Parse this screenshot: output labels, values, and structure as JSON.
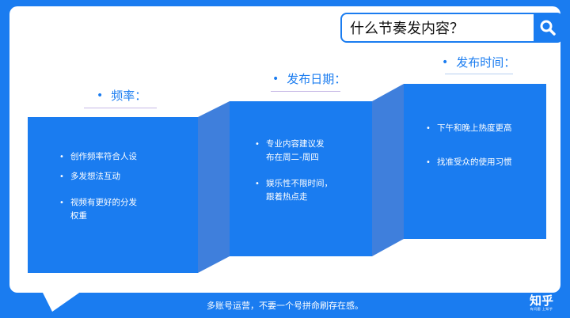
{
  "search": {
    "query": "什么节奏发内容？"
  },
  "sections": {
    "frequency": {
      "title": "频率：",
      "items": [
        "创作频率符合人设",
        "多发想法互动",
        "视频有更好的分发",
        "权重"
      ]
    },
    "date": {
      "title": "发布日期：",
      "items": [
        "专业内容建议发",
        "布在周二-周四",
        "娱乐性不限时间，",
        "跟着热点走"
      ]
    },
    "time": {
      "title": "发布时间：",
      "items": [
        "下午和晚上热度更高",
        "找准受众的使用习惯"
      ]
    }
  },
  "footer": {
    "text": "多账号运营，不要一个号拼命刷存在感。"
  },
  "logo": {
    "name": "知乎",
    "tagline": "有问题 上知乎"
  },
  "colors": {
    "accent": "#1a7cf0",
    "panel_side": "#3f7fdc",
    "underline_purple": "#c6b8e6",
    "underline_blue": "#b6d0f0"
  },
  "icons": {
    "search": "magnifier-icon"
  }
}
